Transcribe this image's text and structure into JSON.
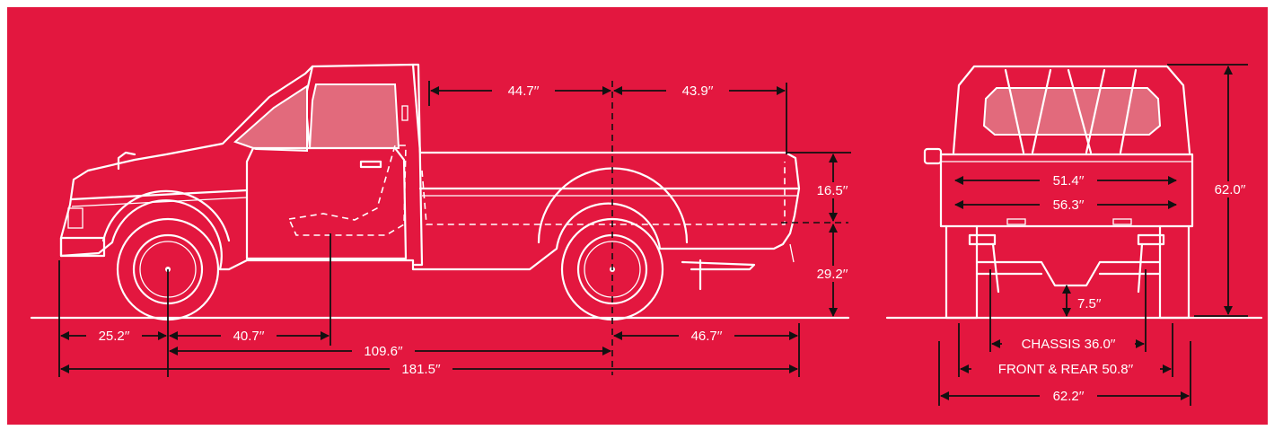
{
  "background_color": "#e3173f",
  "line_color": "#ffffff",
  "dimension_color": "#111111",
  "window_color": "#e26a7c",
  "side_view": {
    "dimensions": {
      "cab_to_axle": "44.7′′",
      "axle_to_bed_end": "43.9′′",
      "bed_depth": "16.5′′",
      "bed_height": "29.2′′",
      "front_overhang": "25.2′′",
      "axle_to_seat": "40.7′′",
      "wheelbase": "109.6′′",
      "rear_overhang": "46.7′′",
      "overall_length": "181.5′′"
    }
  },
  "rear_view": {
    "dimensions": {
      "bed_inner_width": "51.4′′",
      "bed_outer_width": "56.3′′",
      "overall_height": "62.0′′",
      "ground_clearance": "7.5′′",
      "chassis_width": "CHASSIS 36.0′′",
      "tread": "FRONT & REAR 50.8′′",
      "overall_width": "62.2′′"
    }
  }
}
